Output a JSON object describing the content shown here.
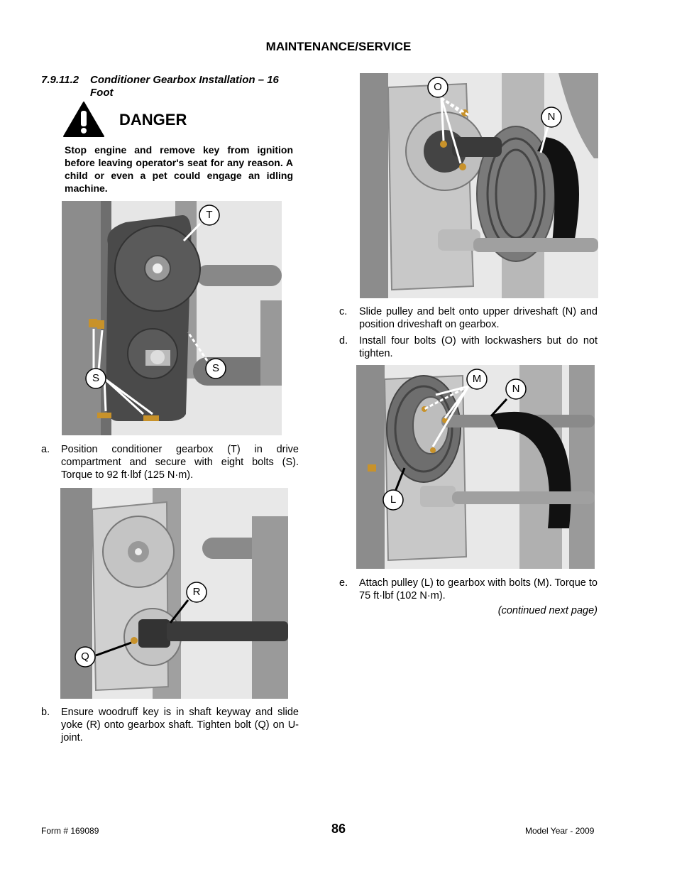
{
  "header": {
    "title": "MAINTENANCE/SERVICE"
  },
  "section": {
    "number": "7.9.11.2",
    "title": "Conditioner Gearbox Installation – 16 Foot"
  },
  "danger": {
    "icon": "warning-triangle-icon",
    "word": "DANGER",
    "text": "Stop engine and remove key from ignition before leaving operator's seat for any reason. A child or even a pet could engage an idling machine."
  },
  "figures": {
    "fig1": {
      "callouts": {
        "t": "T",
        "s1": "S",
        "s2": "S"
      }
    },
    "fig2": {
      "callouts": {
        "r": "R",
        "q": "Q"
      }
    },
    "fig3": {
      "callouts": {
        "o": "O",
        "n": "N"
      }
    },
    "fig4": {
      "callouts": {
        "m": "M",
        "n": "N",
        "l": "L"
      }
    }
  },
  "steps": [
    {
      "letter": "a.",
      "text": "Position conditioner gearbox (T) in drive compartment and secure with eight bolts (S). Torque to 92 ft·lbf (125 N·m)."
    },
    {
      "letter": "b.",
      "text": "Ensure woodruff key is in shaft keyway and slide yoke (R) onto gearbox shaft. Tighten bolt (Q) on U-joint."
    },
    {
      "letter": "c.",
      "text": "Slide pulley and belt onto upper driveshaft (N) and position driveshaft on gearbox."
    },
    {
      "letter": "d.",
      "text": "Install four bolts (O) with lockwashers but do not tighten."
    },
    {
      "letter": "e.",
      "text": "Attach pulley (L) to gearbox with bolts (M). Torque to 75 ft·lbf (102 N·m)."
    }
  ],
  "continued": "(continued next page)",
  "footer": {
    "form": "Form # 169089",
    "page": "86",
    "model_year": "Model Year - 2009"
  }
}
